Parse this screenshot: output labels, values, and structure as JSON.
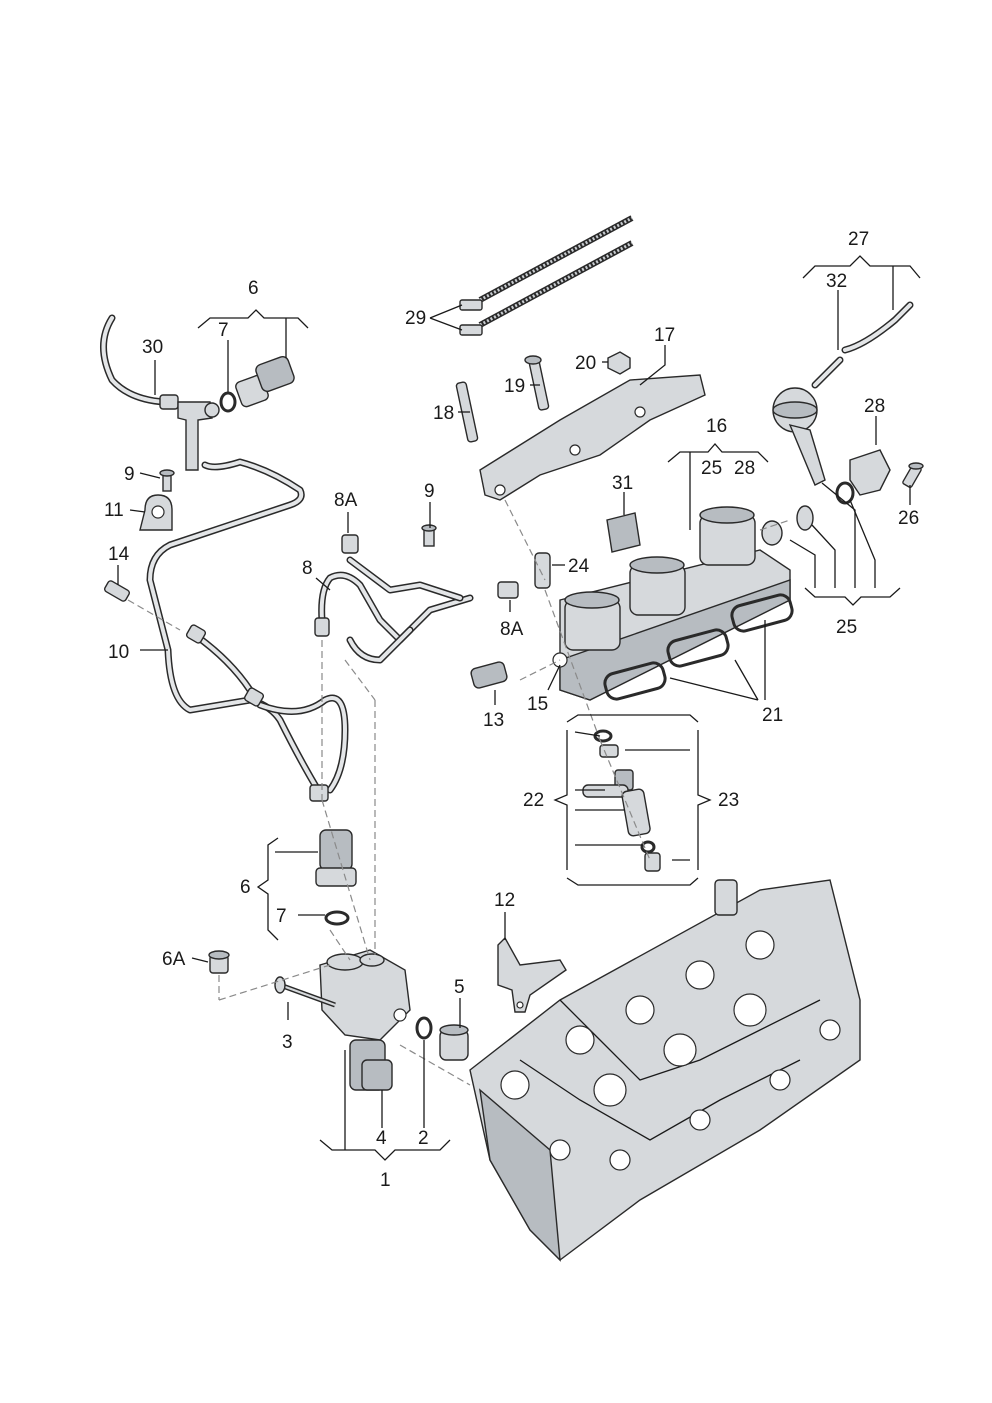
{
  "diagram": {
    "labels": {
      "l1": "1",
      "l2": "2",
      "l3": "3",
      "l4": "4",
      "l5": "5",
      "l6_top": "6",
      "l6_mid": "6",
      "l6a": "6A",
      "l7_top": "7",
      "l7_mid": "7",
      "l8": "8",
      "l8a_top": "8A",
      "l8a_right": "8A",
      "l9_left": "9",
      "l9_mid": "9",
      "l10": "10",
      "l11": "11",
      "l12": "12",
      "l13": "13",
      "l14": "14",
      "l15": "15",
      "l16": "16",
      "l17": "17",
      "l18": "18",
      "l19": "19",
      "l20": "20",
      "l21": "21",
      "l22": "22",
      "l23": "23",
      "l24": "24",
      "l25_top": "25",
      "l25_bottom": "25",
      "l26": "26",
      "l27": "27",
      "l28_top": "28",
      "l28": "28",
      "l29": "29",
      "l30": "30",
      "l31": "31",
      "l32": "32"
    }
  }
}
